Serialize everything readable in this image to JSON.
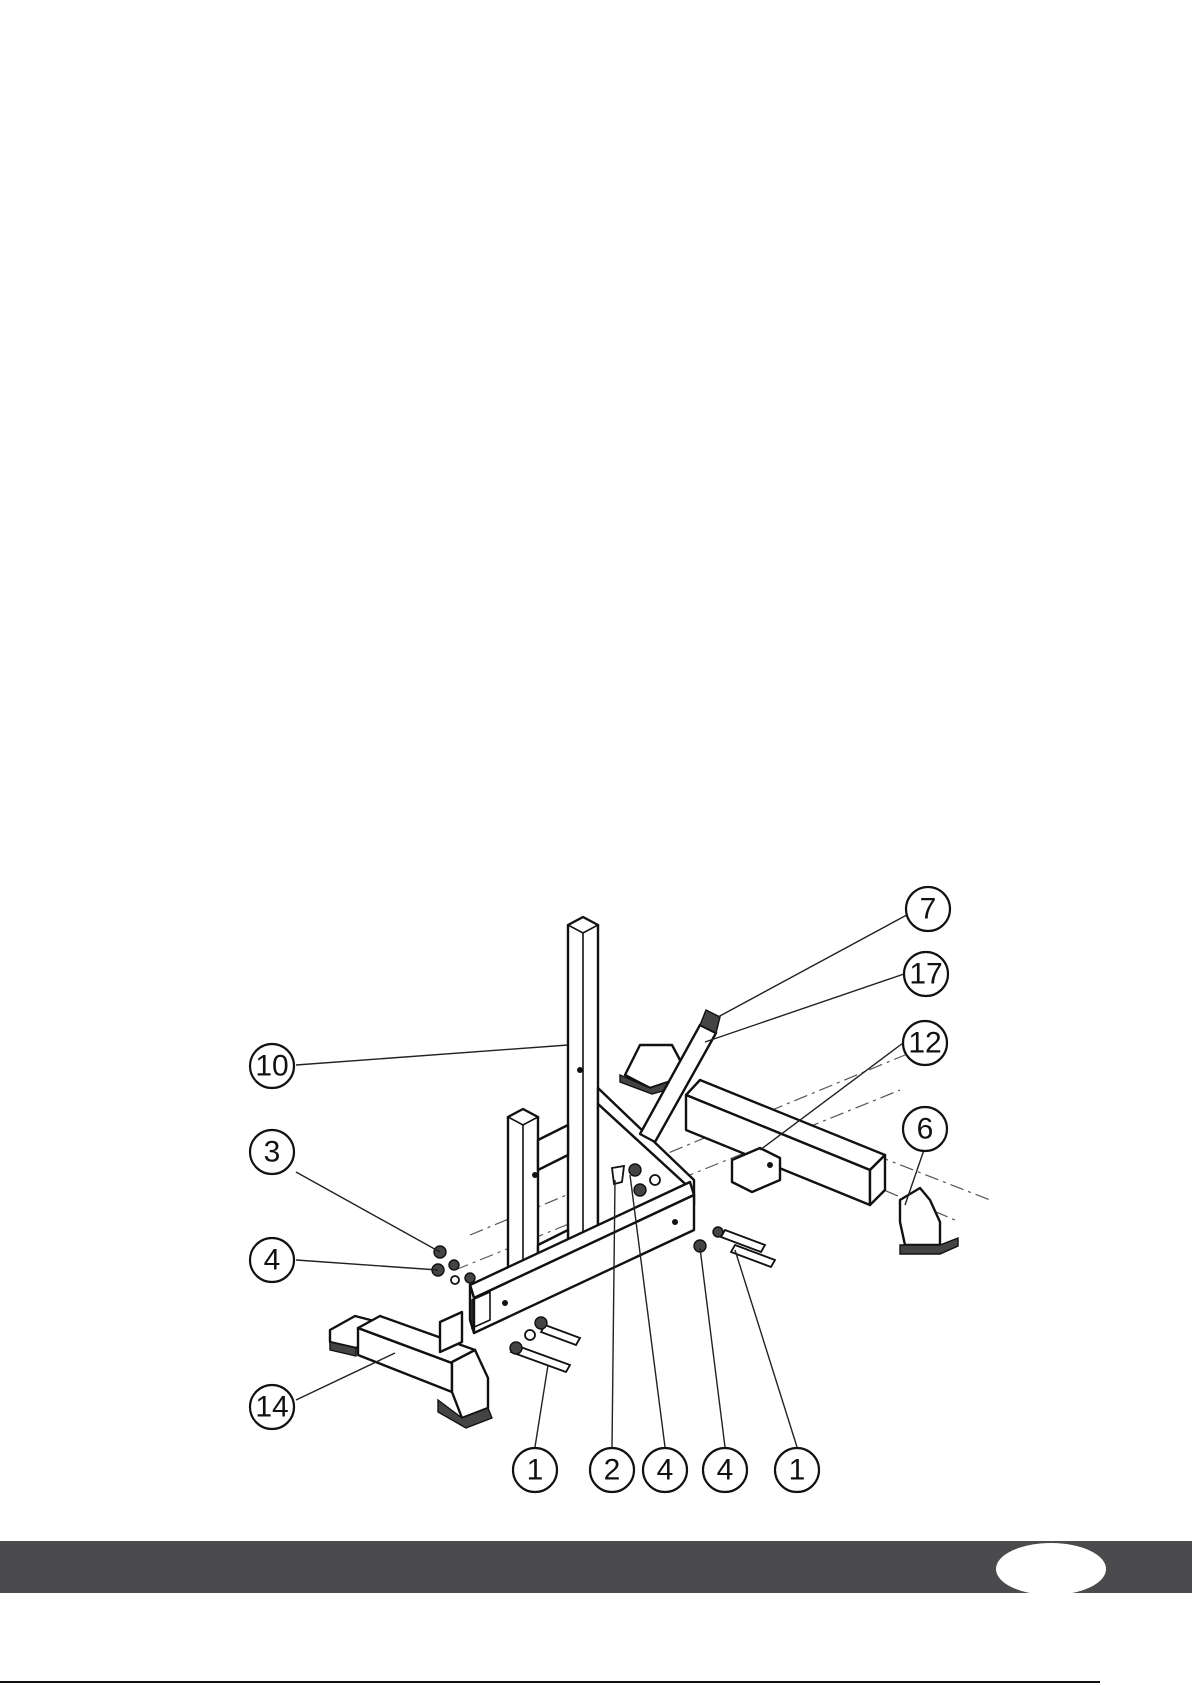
{
  "figure": {
    "callouts": [
      {
        "id": "c7",
        "label": "7"
      },
      {
        "id": "c17",
        "label": "17"
      },
      {
        "id": "c12",
        "label": "12"
      },
      {
        "id": "c6",
        "label": "6"
      },
      {
        "id": "c10",
        "label": "10"
      },
      {
        "id": "c3",
        "label": "3"
      },
      {
        "id": "c4a",
        "label": "4"
      },
      {
        "id": "c14",
        "label": "14"
      },
      {
        "id": "c1a",
        "label": "1"
      },
      {
        "id": "c2",
        "label": "2"
      },
      {
        "id": "c4b",
        "label": "4"
      },
      {
        "id": "c4c",
        "label": "4"
      },
      {
        "id": "c1b",
        "label": "1"
      }
    ]
  },
  "footer": {
    "page_number": "",
    "bar_color": "#4b4a4c"
  }
}
